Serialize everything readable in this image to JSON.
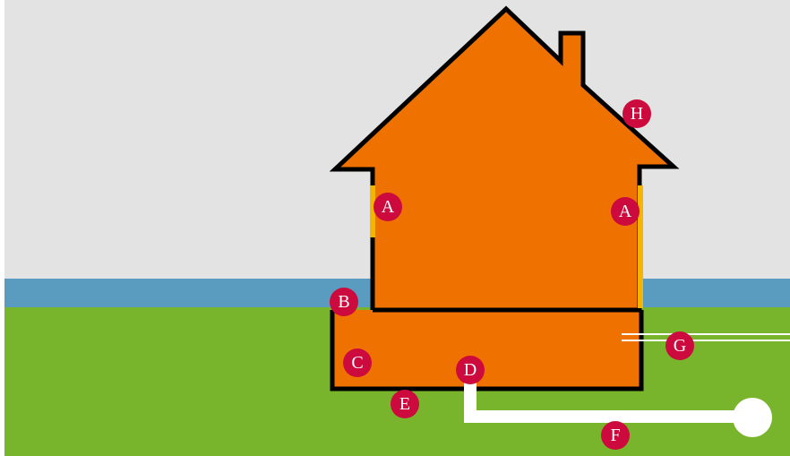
{
  "colors": {
    "sky": "#e3e3e3",
    "water_band": "#5a9bc0",
    "ground": "#79b52c",
    "house_fill": "#ef7100",
    "outline": "#000000",
    "leak_highlight": "#f5b400",
    "pipe": "#ffffff",
    "marker": "#cc0a3e",
    "marker_text": "#ffffff"
  },
  "markers": {
    "a_left": "A",
    "a_right": "A",
    "b": "B",
    "c": "C",
    "d": "D",
    "e": "E",
    "f": "F",
    "g": "G",
    "h": "H"
  }
}
